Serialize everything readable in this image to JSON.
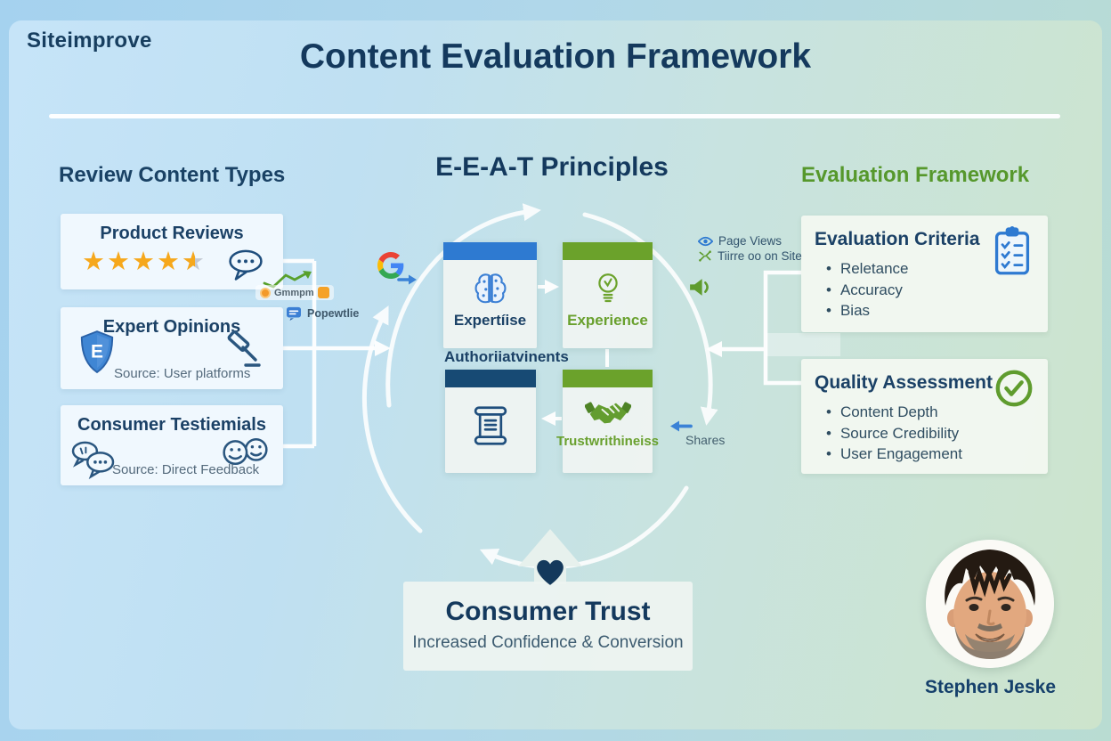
{
  "brand": "Siteimprove",
  "title": "Content Evaluation Framework",
  "left": {
    "heading": "Review Content Types",
    "product_reviews": {
      "title": "Product Reviews",
      "rating": 4.5
    },
    "expert_opinions": {
      "title": "Expert Opinions",
      "source": "Source: User platforms",
      "badge_letter": "E"
    },
    "testimonials": {
      "title": "Consumer Testiemials",
      "source": "Source: Direct Feedback"
    }
  },
  "center": {
    "heading": "E-E-A-T Principles",
    "expertise": "Expertíise",
    "experience": "Experience",
    "authoritativeness": "Authoriiatvinents",
    "trustworthiness": "Trustwrithineiss"
  },
  "right": {
    "heading": "Evaluation Framework",
    "cards": [
      {
        "title": "Evaluation Criteria",
        "bullets": [
          "Reletance",
          "Accuracy",
          "Bias"
        ]
      },
      {
        "title": "Quality Assessment",
        "bullets": [
          "Content Depth",
          "Source Credibility",
          "User Engagement"
        ]
      }
    ]
  },
  "annotations": {
    "metric1": "Page Views",
    "metric2": "Tiirre oo on Site",
    "shares": "Shares",
    "chip1": "Gmmpm",
    "chip2": "Popewtlie"
  },
  "trust": {
    "title": "Consumer Trust",
    "subtitle": "Increased Confidence & Conversion"
  },
  "author": {
    "name": "Stephen Jeske"
  },
  "icons": {
    "star": "★",
    "rating_stars_full": 4,
    "rating_stars_half": 1
  },
  "colors": {
    "navy": "#174063",
    "green": "#5f9c2e",
    "blue_bar": "#2e7ad1",
    "green_bar": "#6ba22b",
    "navy_bar": "#174a74",
    "gold": "#f6a81c",
    "background_blue": "#bfe0f2",
    "background_green": "#cde4cc",
    "connector_white": "#ffffff"
  }
}
